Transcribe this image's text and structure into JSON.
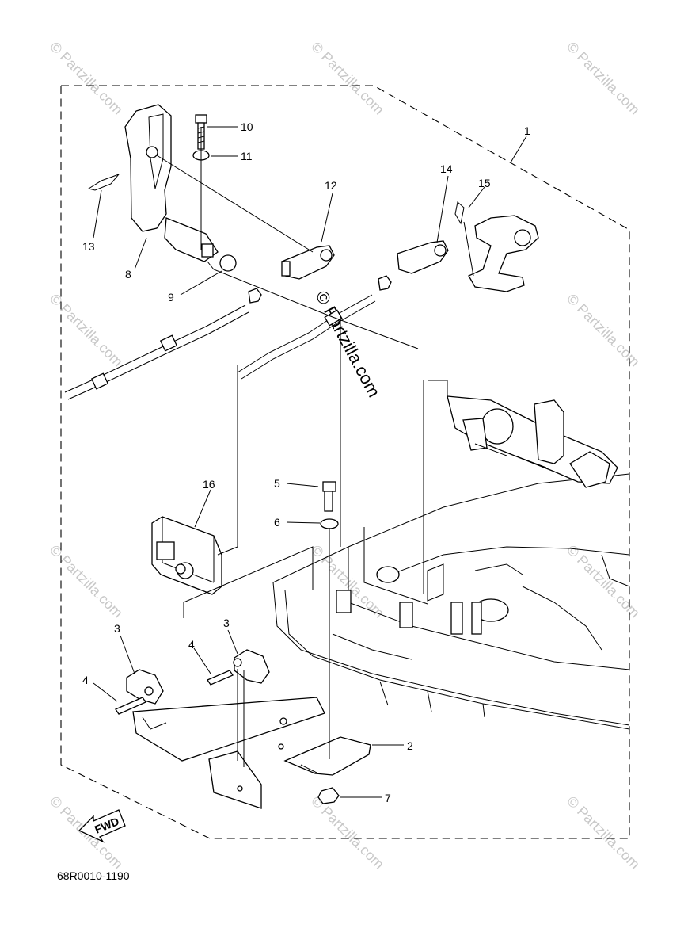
{
  "diagram_code": "68R0010-1190",
  "fwd_arrow_label": "FWD",
  "watermark": {
    "corner_text": "© Partzilla.com",
    "center_text": "© Partzilla.com"
  },
  "callouts": [
    {
      "id": "c1",
      "num": "1"
    },
    {
      "id": "c2",
      "num": "2"
    },
    {
      "id": "c3a",
      "num": "3"
    },
    {
      "id": "c3b",
      "num": "3"
    },
    {
      "id": "c4a",
      "num": "4"
    },
    {
      "id": "c4b",
      "num": "4"
    },
    {
      "id": "c5",
      "num": "5"
    },
    {
      "id": "c6",
      "num": "6"
    },
    {
      "id": "c7",
      "num": "7"
    },
    {
      "id": "c8",
      "num": "8"
    },
    {
      "id": "c9",
      "num": "9"
    },
    {
      "id": "c10",
      "num": "10"
    },
    {
      "id": "c11",
      "num": "11"
    },
    {
      "id": "c12",
      "num": "12"
    },
    {
      "id": "c13",
      "num": "13"
    },
    {
      "id": "c14",
      "num": "14"
    },
    {
      "id": "c15",
      "num": "15"
    },
    {
      "id": "c16",
      "num": "16"
    }
  ]
}
